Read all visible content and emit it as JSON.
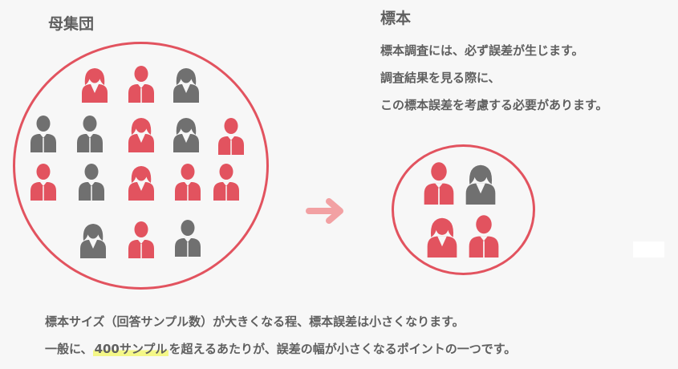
{
  "population": {
    "title": "母集団"
  },
  "sample": {
    "title": "標本",
    "notes": [
      "標本調査には、必ず誤差が生じます。",
      "調査結果を見る際に、",
      "この標本誤差を考慮する必要があります。"
    ]
  },
  "bottom": {
    "line1": "標本サイズ（回答サンプル数）が大きくなる程、標本誤差は小さくなります。",
    "line2_prefix": "一般に、",
    "line2_highlight": "400サンプル",
    "line2_suffix": "を超えるあたりが、誤差の幅が小さくなるポイントの一つです。"
  },
  "colors": {
    "accent": "#e2535f",
    "person_red": "#e2535f",
    "person_gray": "#707070",
    "arrow": "#f2a1a3",
    "highlight": "#f4f787",
    "text": "#5f5f5f"
  },
  "icons": {
    "population_people": [
      "female-red",
      "male-red",
      "female-gray",
      "male-gray",
      "male-gray",
      "female-red",
      "female-gray",
      "male-red",
      "male-red",
      "male-gray",
      "female-red",
      "male-red",
      "male-red",
      "female-gray",
      "male-red",
      "male-gray"
    ],
    "sample_people": [
      "male-red",
      "female-gray",
      "female-red",
      "male-red"
    ]
  }
}
